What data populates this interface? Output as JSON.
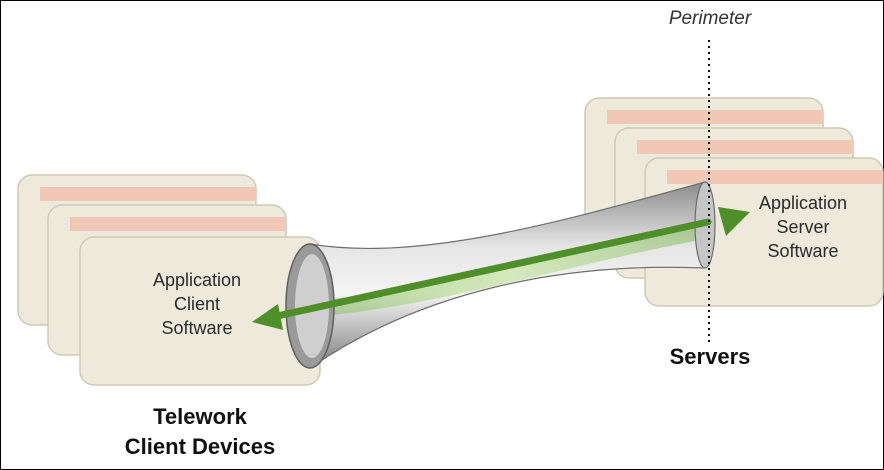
{
  "perimeter_label": "Perimeter",
  "client": {
    "card_lines": [
      "Application",
      "Client",
      "Software"
    ],
    "group_label_lines": [
      "Telework",
      "Client Devices"
    ]
  },
  "server": {
    "card_lines": [
      "Application",
      "Server",
      "Software"
    ],
    "group_label": "Servers"
  },
  "colors": {
    "card_fill": "#eeeadb",
    "card_stripe": "#f1c8b6",
    "card_border": "#cfc9b6",
    "tunnel": "#b8b8b8",
    "arrow": "#4f8f2a"
  }
}
